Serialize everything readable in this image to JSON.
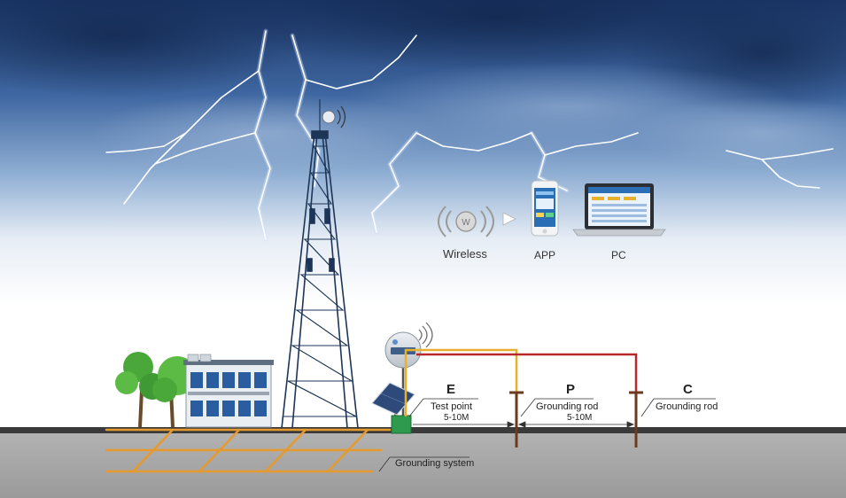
{
  "flow": {
    "wireless_label": "Wireless",
    "wireless_badge": "W",
    "app_label": "APP",
    "pc_label": "PC"
  },
  "points": {
    "e_letter": "E",
    "e_caption": "Test point",
    "p_letter": "P",
    "p_caption": "Grounding rod",
    "c_letter": "C",
    "c_caption": "Grounding rod"
  },
  "distances": {
    "ep": "5-10M",
    "pc": "5-10M"
  },
  "ground": {
    "caption": "Grounding system"
  },
  "colors": {
    "sky_top": "#1c3a6b",
    "sky_mid": "#4d77ad",
    "ground": "#a6a6a6",
    "ground_surface": "#3a3a3a",
    "wire_yellow": "#e8b02c",
    "wire_red": "#b8282a",
    "grid_orange": "#e69a2e",
    "tower": "#1d3557"
  }
}
